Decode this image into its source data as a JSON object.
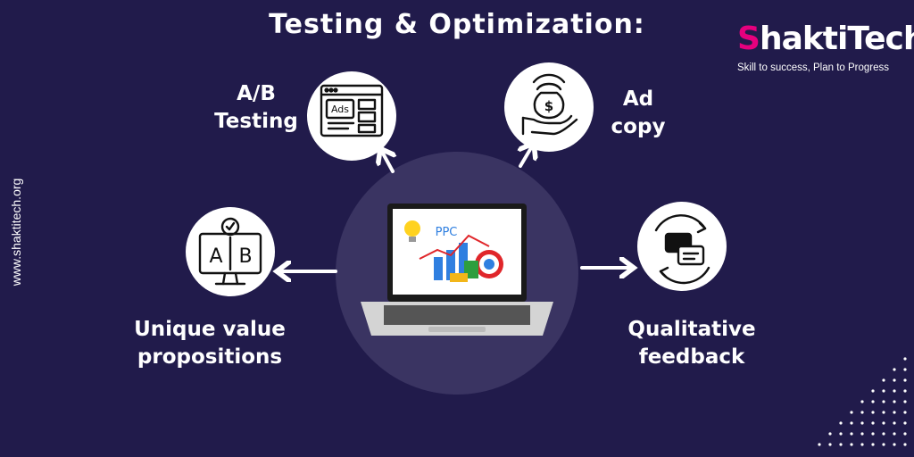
{
  "title": "Testing & Optimization:",
  "logo": {
    "word_first": "S",
    "word_rest": "haktiTech",
    "tagline": "Skill to success, Plan to Progress"
  },
  "side_url": "www.shaktitech.org",
  "nodes": {
    "ab_testing": [
      "A/B",
      "Testing"
    ],
    "ad_copy": [
      "Ad",
      "copy"
    ],
    "unique_value": [
      "Unique value",
      "propositions"
    ],
    "qualitative": [
      "Qualitative",
      "feedback"
    ]
  },
  "icon_text": {
    "ads": "Ads",
    "a": "A",
    "b": "B",
    "dollar": "$",
    "ppc": "PPC"
  },
  "icons": [
    "browser-ads-icon",
    "money-bag-hand-icon",
    "ab-monitor-icon",
    "chat-cycle-icon",
    "laptop-ppc-icon"
  ],
  "colors": {
    "background": "#211b4b",
    "center": "#3a3462",
    "accent": "#e6007e"
  }
}
